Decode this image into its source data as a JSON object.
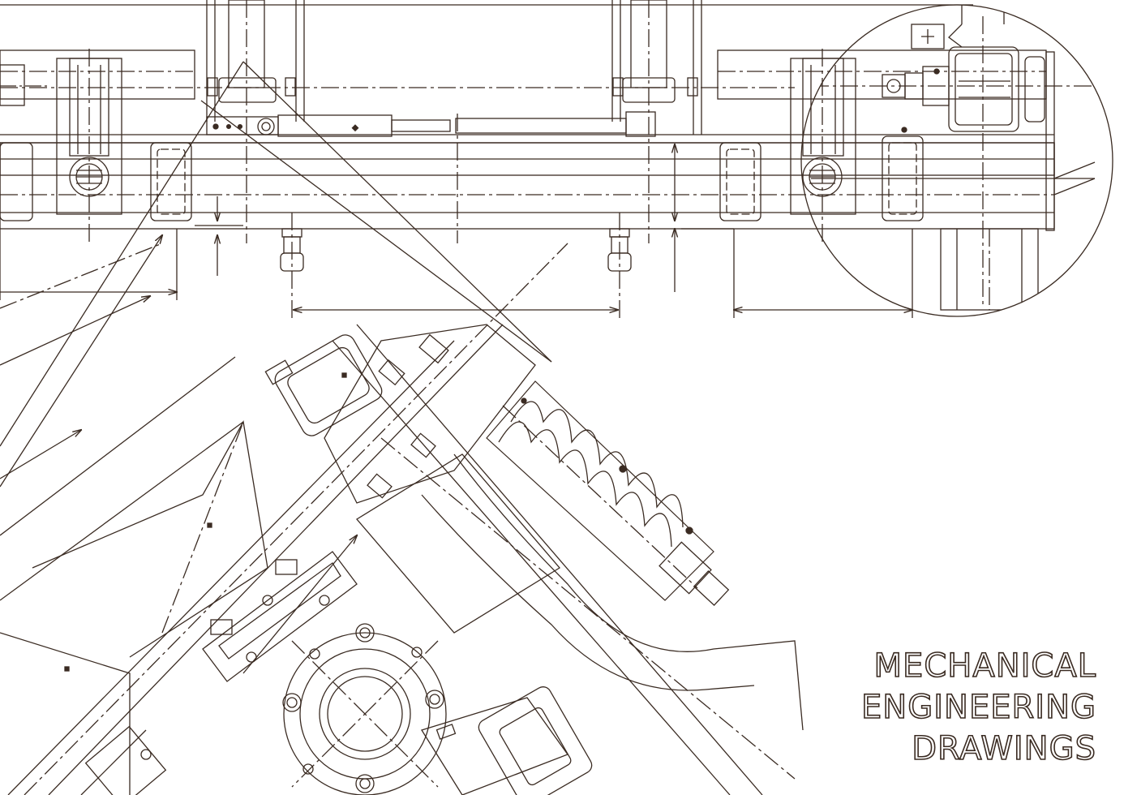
{
  "title_lines": [
    "MECHANICAL",
    "ENGINEERING",
    "DRAWINGS"
  ],
  "colors": {
    "background": "#ffffff",
    "line": "#3a2b22"
  }
}
